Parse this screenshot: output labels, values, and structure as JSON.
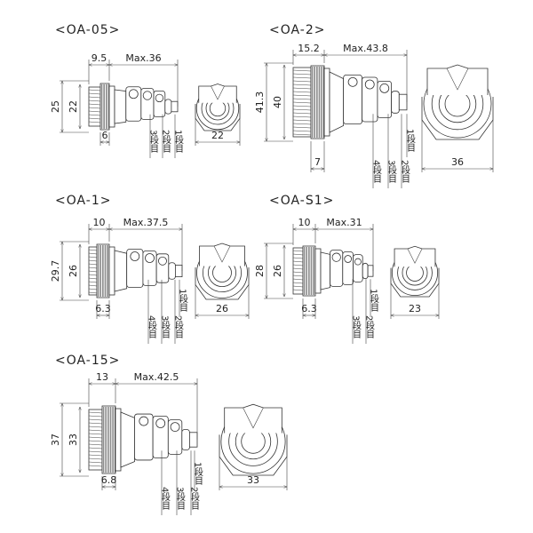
{
  "panels": [
    {
      "id": "oa-05",
      "title": "<OA-05>",
      "front_len": "9.5",
      "max_len": "Max.36",
      "outer_dia": "25",
      "inner_dia": "22",
      "nut_len": "6",
      "front_width": "22",
      "tiers": [
        "1段目",
        "2段目",
        "3段目"
      ]
    },
    {
      "id": "oa-2",
      "title": "<OA-2>",
      "front_len": "15.2",
      "max_len": "Max.43.8",
      "outer_dia": "41.3",
      "inner_dia": "40",
      "nut_len": "7",
      "front_width": "36",
      "tiers": [
        "1段目",
        "2段目",
        "3段目",
        "4段目"
      ]
    },
    {
      "id": "oa-1",
      "title": "<OA-1>",
      "front_len": "10",
      "max_len": "Max.37.5",
      "outer_dia": "29.7",
      "inner_dia": "26",
      "nut_len": "6.3",
      "front_width": "26",
      "tiers": [
        "1段目",
        "2段目",
        "3段目",
        "4段目"
      ]
    },
    {
      "id": "oa-s1",
      "title": "<OA-S1>",
      "front_len": "10",
      "max_len": "Max.31",
      "outer_dia": "28",
      "inner_dia": "26",
      "nut_len": "6.3",
      "front_width": "23",
      "tiers": [
        "1段目",
        "2段目",
        "3段目"
      ]
    },
    {
      "id": "oa-15",
      "title": "<OA-15>",
      "front_len": "13",
      "max_len": "Max.42.5",
      "outer_dia": "37",
      "inner_dia": "33",
      "nut_len": "6.8",
      "front_width": "33",
      "tiers": [
        "1段目",
        "2段目",
        "3段目",
        "4段目"
      ]
    }
  ]
}
